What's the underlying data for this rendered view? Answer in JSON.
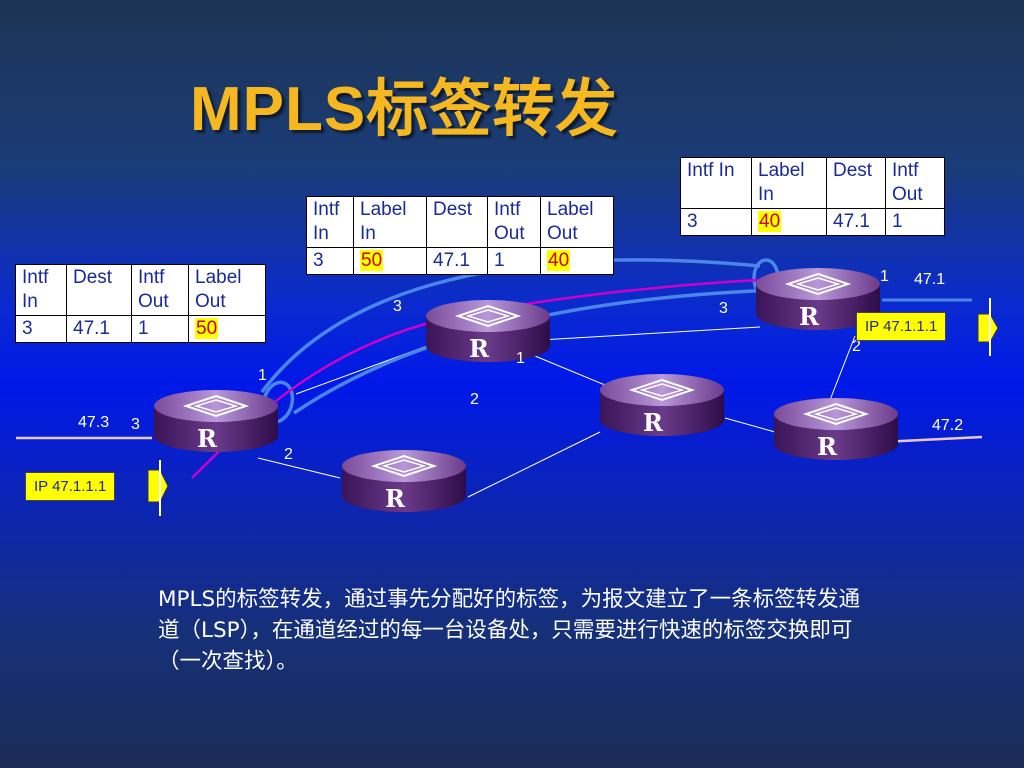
{
  "slide": {
    "title": "MPLS标签转发",
    "description": "MPLS的标签转发，通过事先分配好的标签，为报文建立了一条标签转发通道（LSP），在通道经过的每一台设备处，只需要进行快速的标签交换即可（一次查找）。"
  },
  "tables": {
    "ingress": {
      "headers": [
        "Intf In",
        "Dest",
        "Intf Out",
        "Label Out"
      ],
      "row": [
        "3",
        "47.1",
        "1",
        "50"
      ]
    },
    "transit": {
      "headers": [
        "Intf In",
        "Label In",
        "Dest",
        "Intf Out",
        "Label Out"
      ],
      "row": [
        "3",
        "50",
        "47.1",
        "1",
        "40"
      ]
    },
    "egress": {
      "headers": [
        "Intf In",
        "Label In",
        "Dest",
        "Intf Out"
      ],
      "row": [
        "3",
        "40",
        "47.1",
        "1"
      ]
    }
  },
  "routers": {
    "label": "R"
  },
  "interface_labels": {
    "ingress_in": "3",
    "ingress_out_top": "1",
    "ingress_out_bottom": "2",
    "transit_in": "3",
    "transit_out": "1",
    "transit_down": "2",
    "egress_in": "3",
    "egress_out": "1",
    "egress_down": "2"
  },
  "networks": {
    "left": "47.3",
    "top_right": "47.1",
    "bottom_right": "47.2"
  },
  "packets": {
    "incoming": "IP 47.1.1.1",
    "outgoing": "IP 47.1.1.1"
  },
  "colors": {
    "title": "#f5b820",
    "lsp_tunnel": "#4a86e8",
    "lsp_path": "#cc00cc",
    "label_highlight": "#ffff00",
    "label_text": "#cc0000"
  }
}
